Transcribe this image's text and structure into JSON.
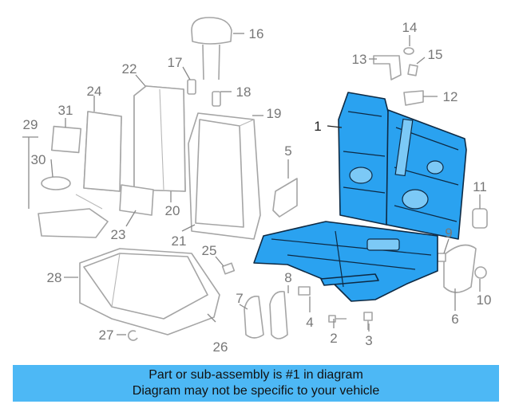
{
  "diagram": {
    "callouts": [
      "1",
      "2",
      "3",
      "4",
      "5",
      "6",
      "7",
      "8",
      "9",
      "10",
      "11",
      "12",
      "13",
      "14",
      "15",
      "16",
      "17",
      "18",
      "19",
      "20",
      "21",
      "22",
      "23",
      "24",
      "25",
      "26",
      "27",
      "28",
      "29",
      "30",
      "31"
    ],
    "highlighted_part": "1",
    "highlight_color": "#2aa2f0"
  },
  "banner": {
    "line1": "Part or sub-assembly is #1 in diagram",
    "line2": "Diagram may not be specific to your vehicle",
    "background_color": "#4db8f5"
  }
}
